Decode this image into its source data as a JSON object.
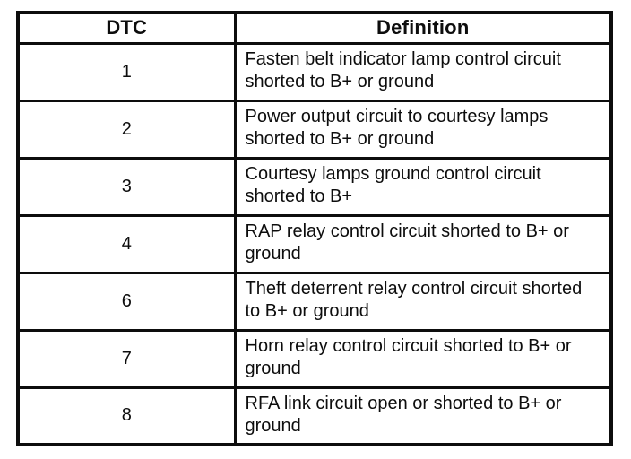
{
  "table": {
    "columns": [
      "DTC",
      "Definition"
    ],
    "rows": [
      {
        "dtc": "1",
        "definition": "Fasten belt indicator lamp control circuit shorted to B+ or ground"
      },
      {
        "dtc": "2",
        "definition": "Power output circuit to courtesy lamps shorted to B+ or ground"
      },
      {
        "dtc": "3",
        "definition": "Courtesy lamps ground control circuit shorted to B+"
      },
      {
        "dtc": "4",
        "definition": "RAP relay control circuit shorted to B+ or ground"
      },
      {
        "dtc": "6",
        "definition": "Theft deterrent relay control circuit shorted to B+ or ground"
      },
      {
        "dtc": "7",
        "definition": "Horn relay control circuit shorted to B+ or ground"
      },
      {
        "dtc": "8",
        "definition": "RFA link circuit open or shorted to B+ or ground"
      }
    ]
  },
  "colors": {
    "border": "#0d0d0d",
    "text": "#0d0d0d",
    "background": "#ffffff"
  }
}
